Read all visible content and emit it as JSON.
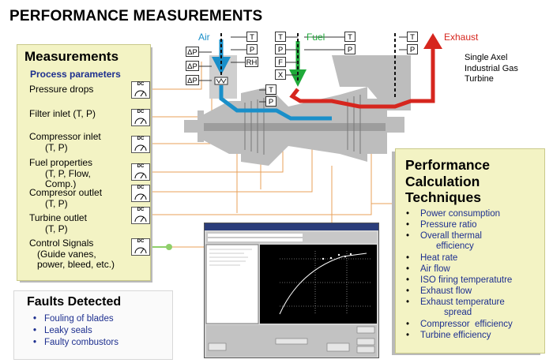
{
  "title": "PERFORMANCE MEASUREMENTS",
  "flows": {
    "air": "Air",
    "fuel": "Fuel",
    "exhaust": "Exhaust"
  },
  "turbine_caption": [
    "Single Axel",
    "Industrial Gas",
    "Turbine"
  ],
  "sensor_boxes": {
    "t": "T",
    "p": "P",
    "rh": "RH",
    "f": "F",
    "x": "X",
    "dp": "ΔP"
  },
  "dc_label": "DC",
  "measurements": {
    "heading": "Measurements",
    "subheading": "Process parameters",
    "items": [
      [
        "Pressure drops"
      ],
      [
        "Filter inlet (T, P)"
      ],
      [
        "Compressor inlet",
        "(T, P)"
      ],
      [
        "Fuel properties",
        "(T, P, Flow,",
        "Comp.)"
      ],
      [
        "Compresor outlet",
        "(T, P)"
      ],
      [
        "Turbine outlet",
        "(T, P)"
      ],
      [
        "Control Signals",
        "(Guide vanes,",
        "power, bleed, etc.)"
      ]
    ]
  },
  "faults": {
    "heading": "Faults Detected",
    "items": [
      "Fouling of blades",
      "Leaky seals",
      "Faulty combustors"
    ]
  },
  "performance": {
    "heading": [
      "Performance",
      "Calculation",
      "Techniques"
    ],
    "items": [
      [
        "Power consumption"
      ],
      [
        "Pressure ratio"
      ],
      [
        "Overall thermal",
        "efficiency"
      ],
      [
        "Heat rate"
      ],
      [
        "Air flow"
      ],
      [
        "ISO firing temperatutre"
      ],
      [
        "Exhaust flow"
      ],
      [
        "Exhaust temperature",
        "spread"
      ],
      [
        "Compressor  efficiency"
      ],
      [
        "Turbine efficiency"
      ]
    ]
  },
  "colors": {
    "air": "#1a8fc9",
    "fuel": "#1faa3a",
    "exhaust": "#d6261e",
    "panel": "#f3f3c4",
    "signal_line": "#e8a05a",
    "turbine_gray": "#bdbdbd"
  }
}
